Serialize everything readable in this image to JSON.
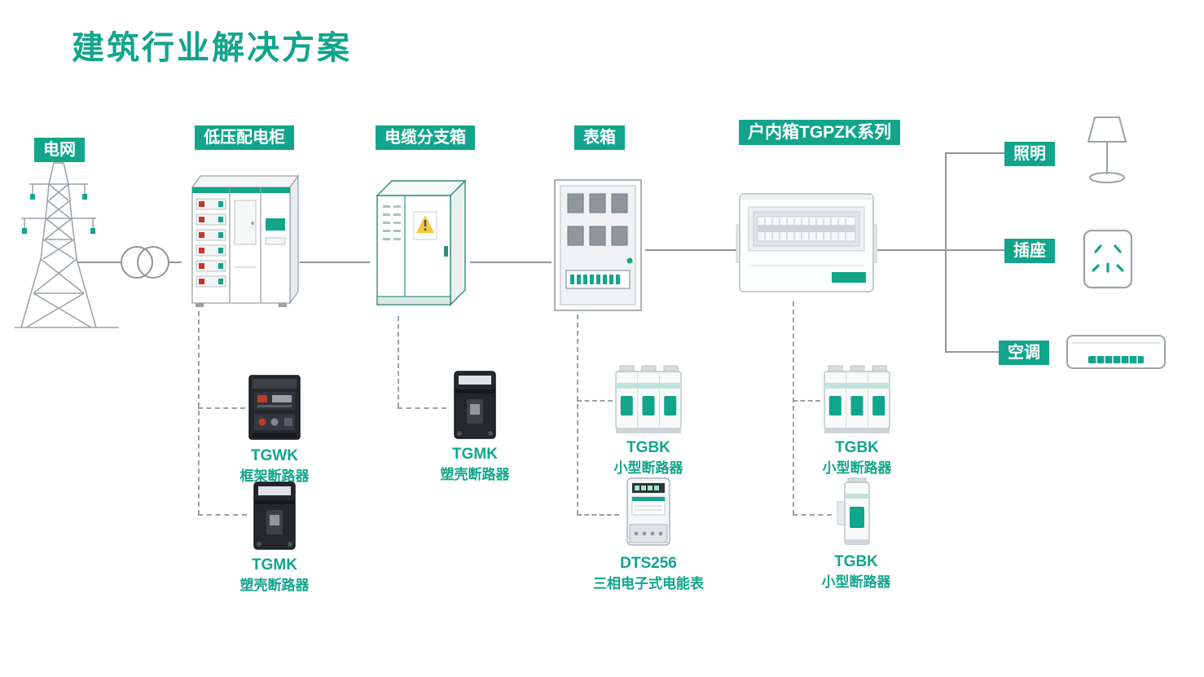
{
  "title": "建筑行业解决方案",
  "colors": {
    "accent": "#12a58b",
    "line": "#8f969b",
    "warning_yellow": "#f3c93f",
    "alert_red": "#c0392b"
  },
  "nodes": {
    "grid": {
      "label": "电网"
    },
    "cabinet": {
      "label": "低压配电柜"
    },
    "branch": {
      "label": "电缆分支箱"
    },
    "meter": {
      "label": "表箱"
    },
    "indoor": {
      "label": "户内箱TGPZK系列"
    }
  },
  "loads": {
    "lighting": {
      "label": "照明"
    },
    "socket": {
      "label": "插座"
    },
    "ac": {
      "label": "空调"
    }
  },
  "products": [
    {
      "model": "TGWK",
      "name": "框架断路器"
    },
    {
      "model": "TGMK",
      "name": "塑壳断路器"
    },
    {
      "model": "TGMK",
      "name": "塑壳断路器"
    },
    {
      "model": "TGBK",
      "name": "小型断路器"
    },
    {
      "model": "DTS256",
      "name": "三相电子式电能表"
    },
    {
      "model": "TGBK",
      "name": "小型断路器"
    },
    {
      "model": "TGBK",
      "name": "小型断路器"
    }
  ]
}
